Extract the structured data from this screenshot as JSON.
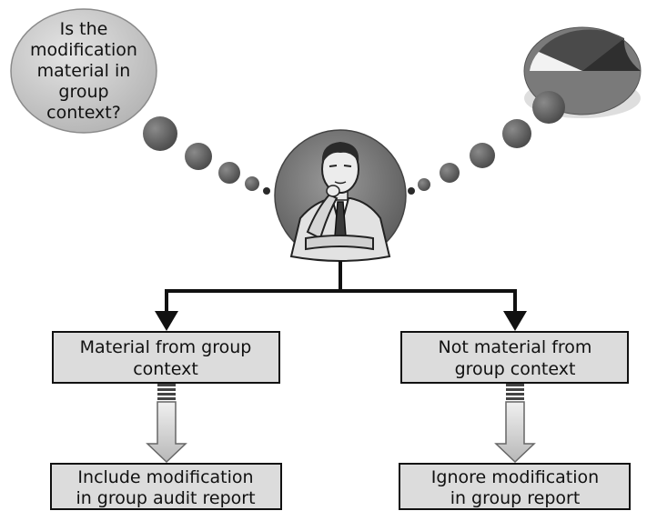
{
  "question_bubble": {
    "lines": [
      "Is the",
      "modification",
      "material in",
      "group",
      "context?"
    ]
  },
  "boxes": {
    "left_decision": {
      "lines": [
        "Material from group",
        "context"
      ]
    },
    "right_decision": {
      "lines": [
        "Not material from",
        "group context"
      ]
    },
    "left_outcome": {
      "lines": [
        "Include modification",
        "in group audit report"
      ]
    },
    "right_outcome": {
      "lines": [
        "Ignore modification",
        "in group report"
      ]
    }
  },
  "icons": {
    "thinker": "thinking-man-icon",
    "chart": "pie-chart-icon"
  },
  "colors": {
    "box_fill": "#dcdcdc",
    "bubble_fill": "#c8c8c8",
    "dot_fill": "#6e6e6e",
    "line": "#111111",
    "chart_dark": "#4a4a4a",
    "chart_mid": "#7a7a7a"
  }
}
